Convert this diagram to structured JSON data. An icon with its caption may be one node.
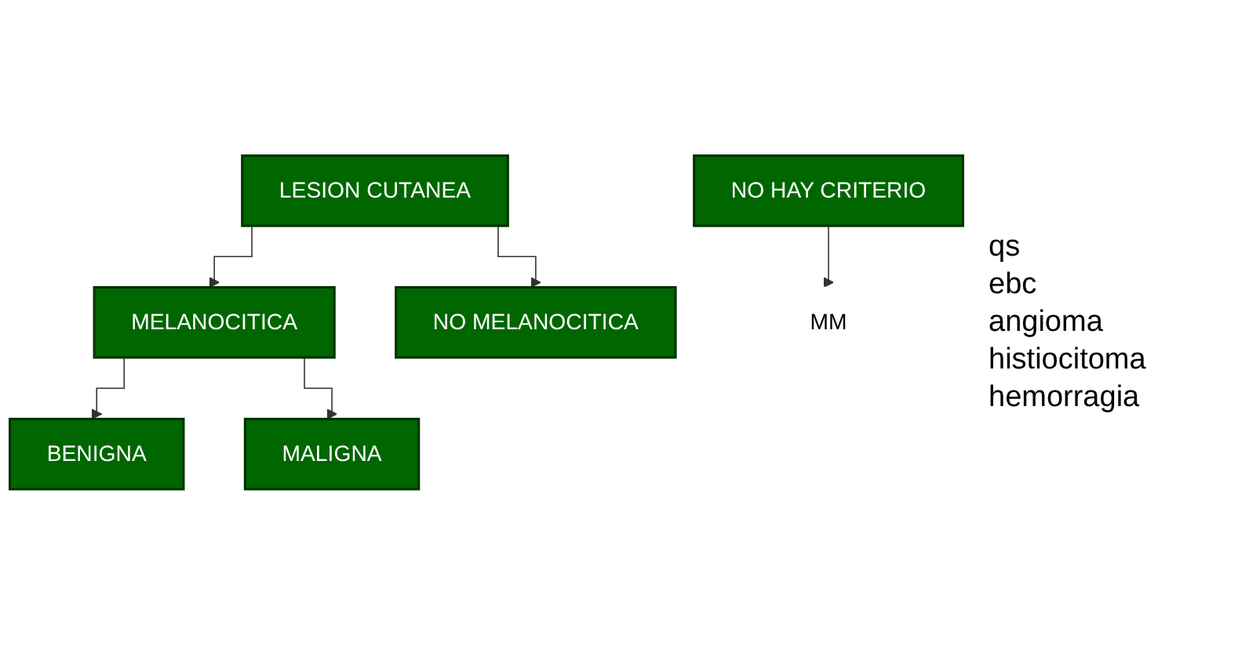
{
  "diagram": {
    "nodes": [
      {
        "text": [
          "LESION CUTANEA"
        ]
      },
      {
        "text": [
          "MELANOCITICA"
        ]
      },
      {
        "text": [
          "NO MELANOCITICA"
        ]
      },
      {
        "text": [
          "BENIGNA"
        ]
      },
      {
        "text": [
          "MALIGNA"
        ]
      },
      {
        "text": [
          "MM"
        ]
      },
      {
        "text": [
          "NO HAY CRITERIO"
        ]
      }
    ],
    "edges": [
      {
        "from": 0,
        "to": 1,
        "arrow": "to"
      },
      {
        "from": 0,
        "to": 2,
        "arrow": "to"
      },
      {
        "from": 1,
        "to": 3,
        "arrow": "to"
      },
      {
        "from": 1,
        "to": 4,
        "arrow": "to"
      },
      {
        "from": 6,
        "to": 5,
        "arrow": "to"
      }
    ],
    "labels": [
      "qs",
      "ebc",
      "angioma",
      "histiocitoma",
      "hemorragia"
    ]
  }
}
